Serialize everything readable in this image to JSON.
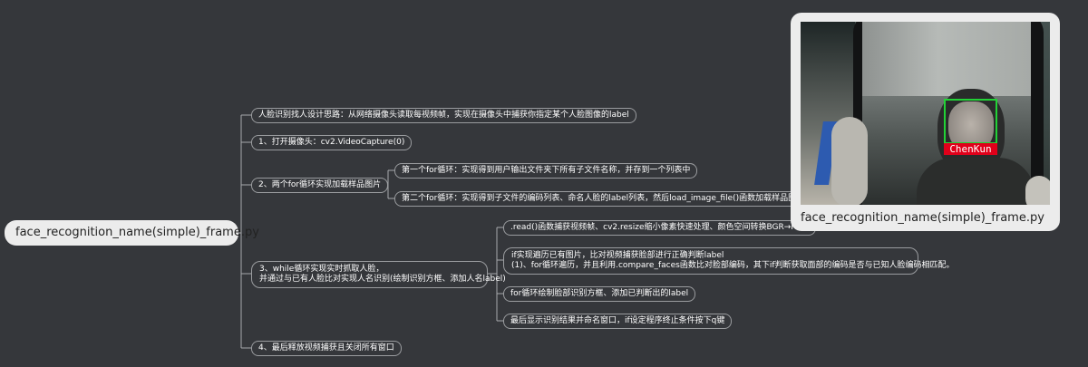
{
  "root": {
    "label": "face_recognition_name(simple)_frame.py"
  },
  "branches": [
    {
      "label": "人脸识别找人设计思路：从网络摄像头读取每视频帧，实现在摄像头中捕获你指定某个人脸图像的label"
    },
    {
      "label": "1、打开摄像头：cv2.VideoCapture(0)"
    },
    {
      "label": "2、两个for循环实现加载样品图片",
      "children": [
        {
          "label": "第一个for循环：实现得到用户输出文件夹下所有子文件名称，并存到一个列表中"
        },
        {
          "label": "第二个for循环：实现得到子文件的编码列表、命名人脸的label列表，然后load_image_file()函数加载样品图片"
        }
      ]
    },
    {
      "label_lines": [
        "3、while循环实现实时抓取人脸，",
        "并通过与已有人脸比对实现人名识别(绘制识别方框、添加人名label)"
      ],
      "children": [
        {
          "label": ".read()函数捕获视频帧、cv2.resize缩小像素快速处理、颜色空间转换BGR→RGB"
        },
        {
          "label_lines": [
            "if实现遍历已有图片，比对视频捕获脸部进行正确判断label",
            "(1)、for循环遍历，并且利用.compare_faces函数比对脸部编码，其下if判断获取面部的编码是否与已知人脸编码相匹配。"
          ]
        },
        {
          "label": "for循环绘制脸部识别方框、添加已判断出的label"
        },
        {
          "label": "最后显示识别结果并命名窗口，if设定程序终止条件按下q键"
        }
      ]
    },
    {
      "label": "4、最后释放视频捕获且关闭所有窗口"
    }
  ],
  "image_card": {
    "caption": "face_recognition_name(simple)_frame.py",
    "detected_label": "ChenKun",
    "box_color": "#22d236",
    "label_bg_color": "#e0001a"
  },
  "colors": {
    "background": "#35373b",
    "line": "#a8aaad",
    "root_bg": "#ececec"
  }
}
